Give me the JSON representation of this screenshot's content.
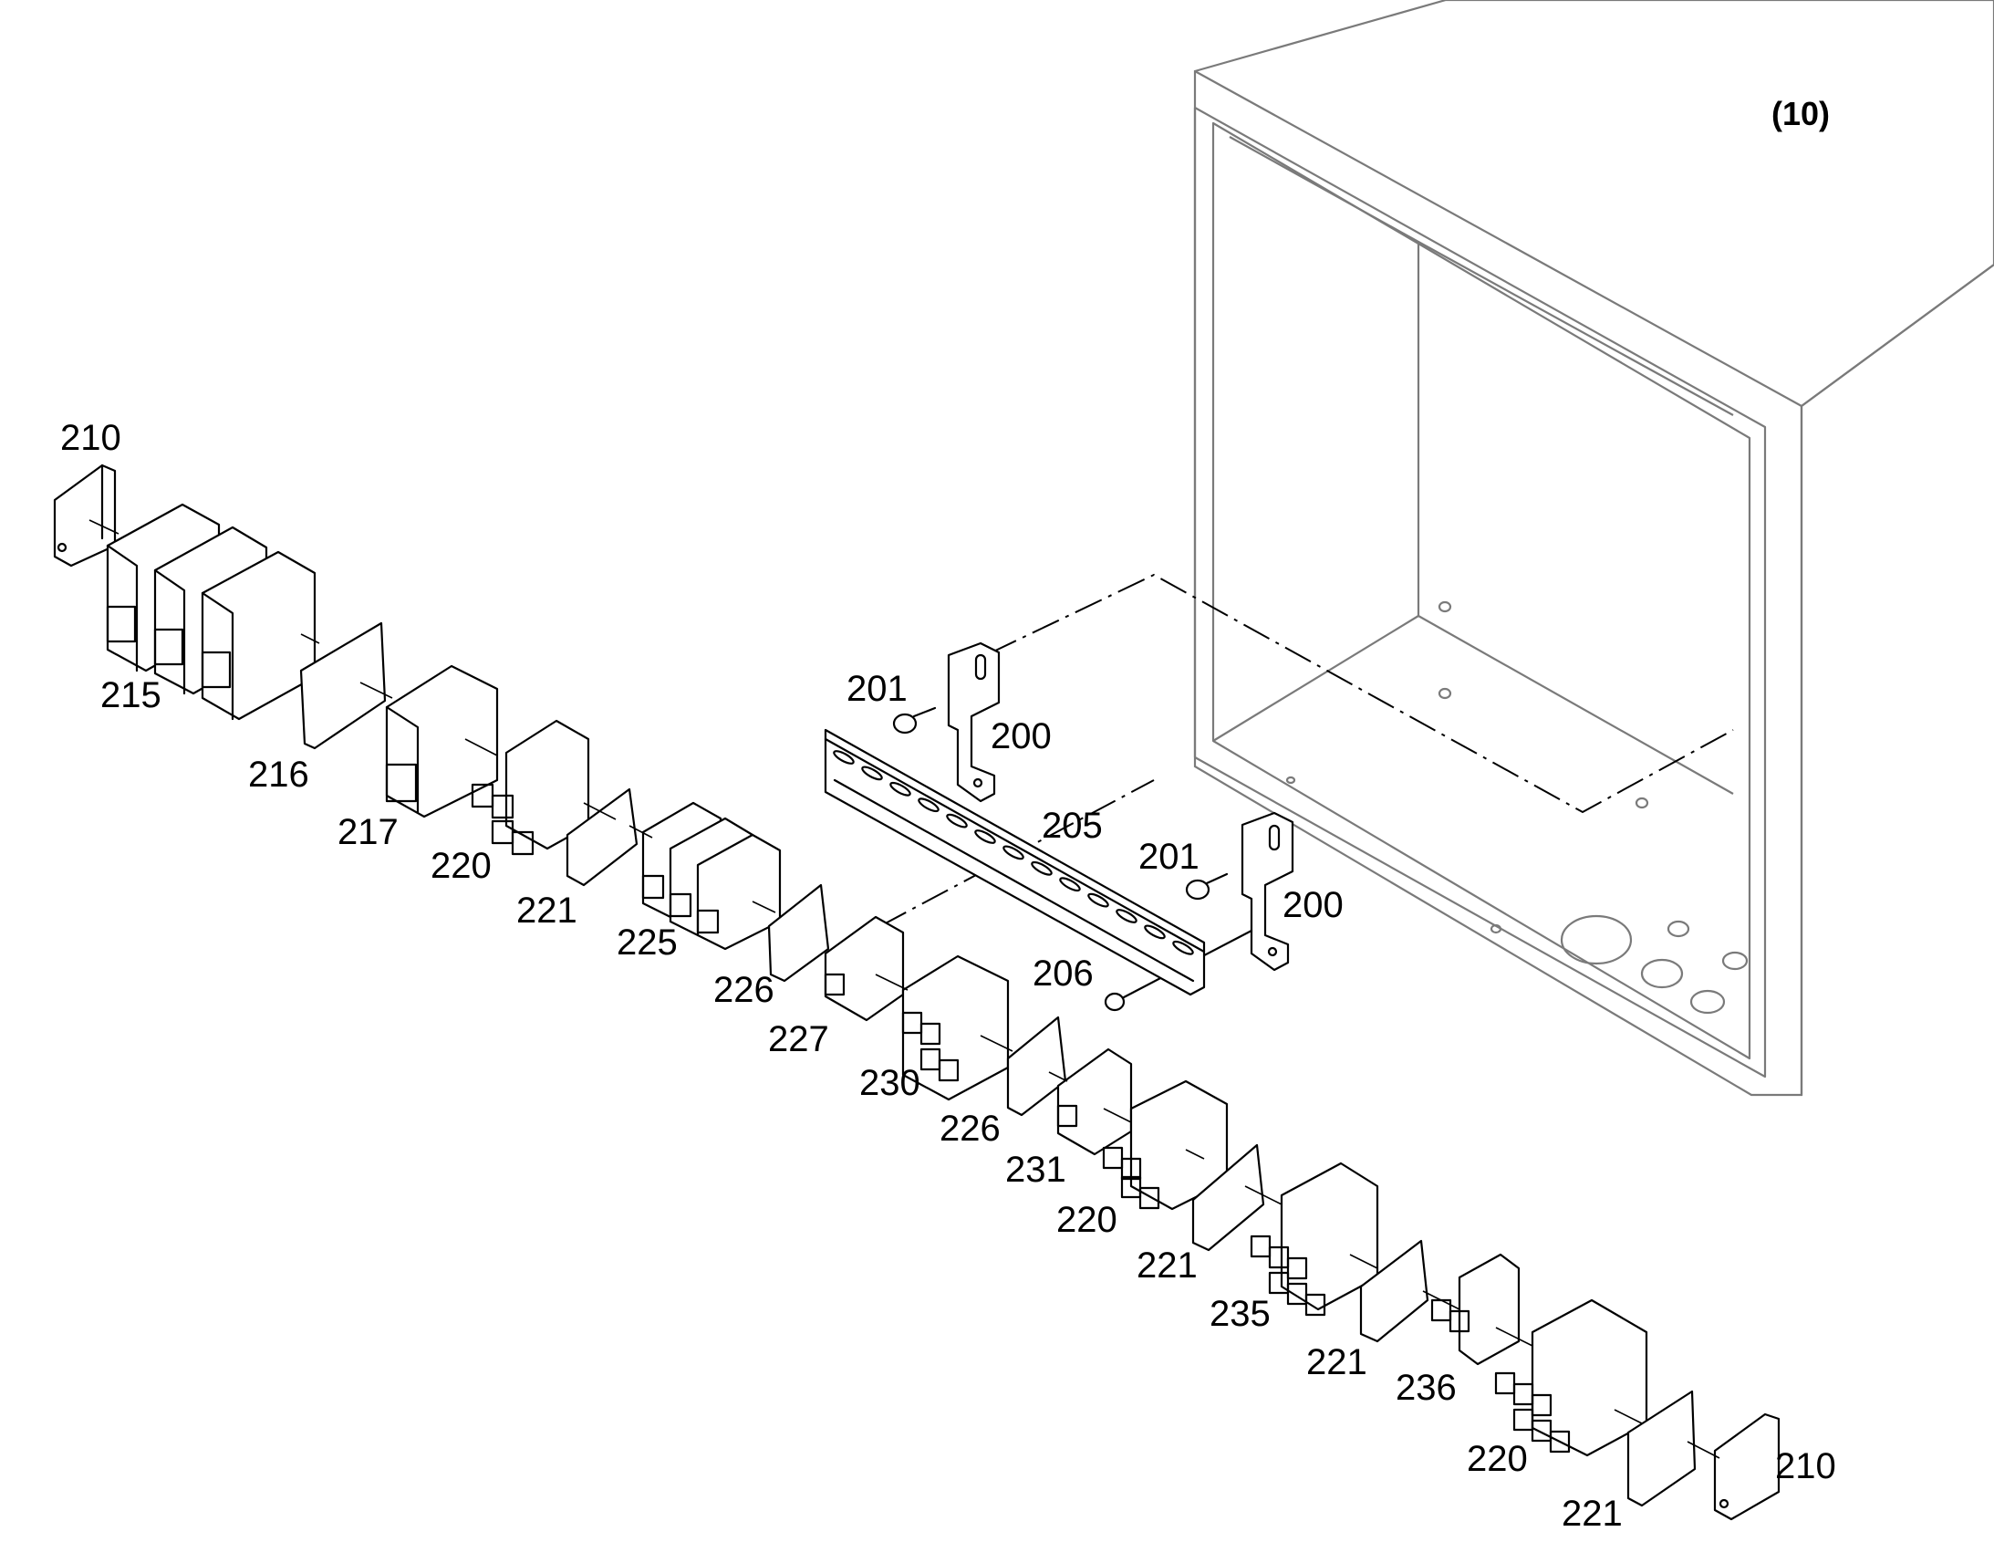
{
  "diagram": {
    "assembly_ref": "(10)",
    "callouts": [
      {
        "id": "c210a",
        "text": "210"
      },
      {
        "id": "c215",
        "text": "215"
      },
      {
        "id": "c216",
        "text": "216"
      },
      {
        "id": "c217",
        "text": "217"
      },
      {
        "id": "c220a",
        "text": "220"
      },
      {
        "id": "c221a",
        "text": "221"
      },
      {
        "id": "c225",
        "text": "225"
      },
      {
        "id": "c226a",
        "text": "226"
      },
      {
        "id": "c227",
        "text": "227"
      },
      {
        "id": "c230",
        "text": "230"
      },
      {
        "id": "c226b",
        "text": "226"
      },
      {
        "id": "c231",
        "text": "231"
      },
      {
        "id": "c220b",
        "text": "220"
      },
      {
        "id": "c221b",
        "text": "221"
      },
      {
        "id": "c235",
        "text": "235"
      },
      {
        "id": "c221c",
        "text": "221"
      },
      {
        "id": "c236",
        "text": "236"
      },
      {
        "id": "c220c",
        "text": "220"
      },
      {
        "id": "c221d",
        "text": "221"
      },
      {
        "id": "c210b",
        "text": "210"
      },
      {
        "id": "c201a",
        "text": "201"
      },
      {
        "id": "c200a",
        "text": "200"
      },
      {
        "id": "c205",
        "text": "205"
      },
      {
        "id": "c201b",
        "text": "201"
      },
      {
        "id": "c200b",
        "text": "200"
      },
      {
        "id": "c206",
        "text": "206"
      }
    ]
  }
}
